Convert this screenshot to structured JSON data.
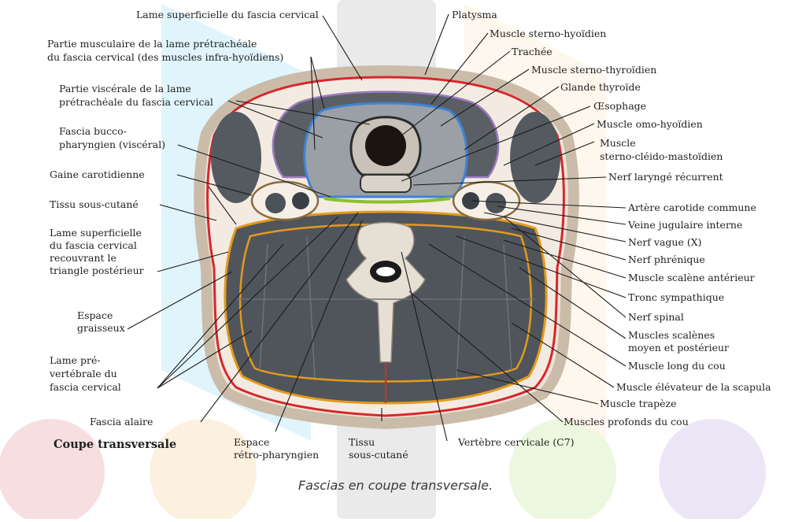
{
  "view_title": "Coupe transversale",
  "caption": "Fascias en coupe transversale.",
  "labels_left": {
    "l1": "Lame superficielle du fascia cervical",
    "l2a": "Partie musculaire de la lame prétrachéale",
    "l2b": "du fascia cervical (des muscles infra-hyoïdiens)",
    "l3a": "Partie viscérale de la lame",
    "l3b": "prétrachéale du fascia cervical",
    "l4a": "Fascia bucco-",
    "l4b": "pharyngien (viscéral)",
    "l5": "Gaine carotidienne",
    "l6": "Tissu sous-cutané",
    "l7a": "Lame superficielle",
    "l7b": "du fascia cervical",
    "l7c": "recouvrant le",
    "l7d": "triangle postérieur",
    "l8a": "Espace",
    "l8b": "graisseux",
    "l9a": "Lame pré-",
    "l9b": "vertébrale du",
    "l9c": "fascia cervical",
    "l10": "Fascia alaire"
  },
  "labels_bottom": {
    "b1a": "Espace",
    "b1b": "rétro-pharyngien",
    "b2a": "Tissu",
    "b2b": "sous-cutané",
    "b3": "Vertèbre cervicale (C7)"
  },
  "labels_right": {
    "r1": "Platysma",
    "r2": "Muscle sterno-hyoïdien",
    "r3": "Trachée",
    "r4": "Muscle sterno-thyroïdien",
    "r5": "Glande thyroïde",
    "r6": "Œsophage",
    "r7": "Muscle omo-hyoïdien",
    "r8a": "Muscle",
    "r8b": "sterno-cléido-mastoïdien",
    "r9": "Nerf laryngé récurrent",
    "r10": "Artère carotide commune",
    "r11": "Veine jugulaire interne",
    "r12": "Nerf vague (X)",
    "r13": "Nerf phrénique",
    "r14": "Muscle scalène antérieur",
    "r15": "Tronc sympathique",
    "r16": "Nerf spinal",
    "r17a": "Muscles scalènes",
    "r17b": "moyen et postérieur",
    "r18": "Muscle long du cou",
    "r19": "Muscle élévateur de la scapula",
    "r20": "Muscle trapèze",
    "r21": "Muscles profonds du cou"
  },
  "colors": {
    "superficial_fascia": "#d8272a",
    "pretracheal_muscular": "#9c7bc0",
    "pretracheal_visceral": "#3f83d6",
    "prevertebral": "#e39a1d",
    "buccopharyngeal": "#8fbf2a",
    "muscle": "#4f5358",
    "skin": "#d9d0c6",
    "watermark_column": "#cfcfcf"
  }
}
